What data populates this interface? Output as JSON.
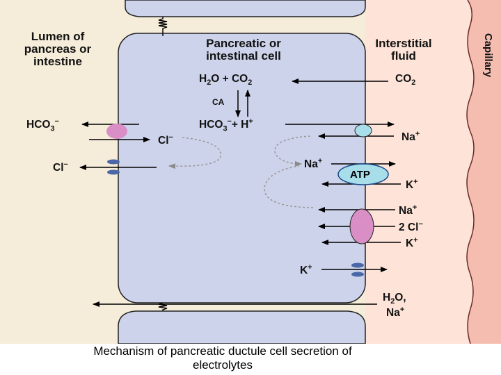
{
  "regions": {
    "lumen": "Lumen of\npancreas or\nintestine",
    "cell": "Pancreatic or\nintestinal cell",
    "interstitial": "Interstitial\nfluid",
    "capillary": "Capillary"
  },
  "labels": {
    "h2o": "H",
    "h2o_sub": "2",
    "h2o_tail": "O + CO",
    "co2_sub": "2",
    "co2_right": "CO",
    "co2_right_sub": "2",
    "ca": "CA",
    "hco3_cell": "HCO",
    "hco3_cell_sub": "3",
    "hco3_cell_sup": "−",
    "h_plus": "+ H",
    "h_plus_sup": "+",
    "hco3_lumen": "HCO",
    "hco3_lumen_sub": "3",
    "hco3_lumen_sup": "−",
    "cl_in": "Cl",
    "cl_in_sup": "−",
    "cl_lumen": "Cl",
    "cl_lumen_sup": "−",
    "na_top": "Na",
    "na_top_sup": "+",
    "na_cell": "Na",
    "na_cell_sup": "+",
    "atp": "ATP",
    "k_pump": "K",
    "k_pump_sup": "+",
    "na_nkcc": "Na",
    "na_nkcc_sup": "+",
    "cl2_nkcc": "2 Cl",
    "cl2_nkcc_sup": "−",
    "k_nkcc": "K",
    "k_nkcc_sup": "+",
    "k_channel": "K",
    "k_channel_sup": "+",
    "h2o_para": "H",
    "h2o_para_sub": "2",
    "h2o_para_tail": "O,",
    "na_para": "Na",
    "na_para_sup": "+"
  },
  "caption": "Mechanism of pancreatic ductule cell secretion of\nelectrolytes",
  "colors": {
    "lumen_bg": "#f5ecd9",
    "interstitial_bg": "#fde3d8",
    "capillary_bg": "#f4bdb0",
    "cell_fill": "#cdd3ea",
    "cell_stroke": "#222222",
    "transporter_pink": "#d98fc6",
    "transporter_cyan": "#a8ddea",
    "channel_blue": "#4a68a8",
    "dashed_gray": "#9a9a9a"
  }
}
